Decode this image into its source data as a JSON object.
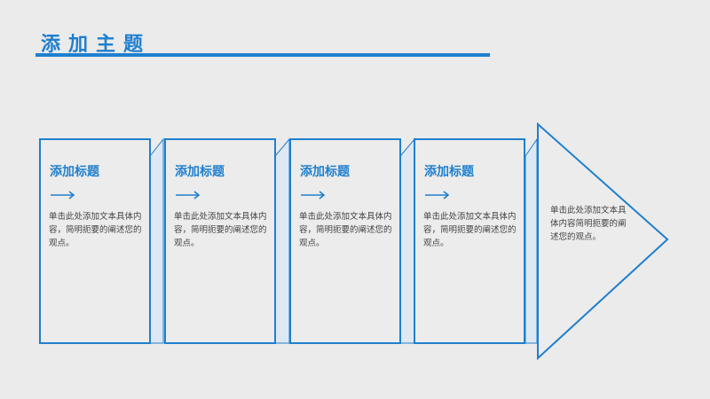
{
  "title": "添加主题",
  "cards": [
    {
      "title": "添加标题",
      "body": "单击此处添加文本具体内容，简明扼要的阐述您的观点。"
    },
    {
      "title": "添加标题",
      "body": "单击此处添加文本具体内容，简明扼要的阐述您的观点。"
    },
    {
      "title": "添加标题",
      "body": "单击此处添加文本具体内容，简明扼要的阐述您的观点。"
    },
    {
      "title": "添加标题",
      "body": "单击此处添加文本具体内容，简明扼要的阐述您的观点。"
    }
  ],
  "final_arrow_text": "单击此处添加文本具体内容简明扼要的阐述您的观点。",
  "colors": {
    "accent": "#1f7fcf",
    "background": "#ebebeb",
    "side_fill": "#dde8f3"
  },
  "icons": {
    "card_arrow": "right-arrow-icon"
  }
}
